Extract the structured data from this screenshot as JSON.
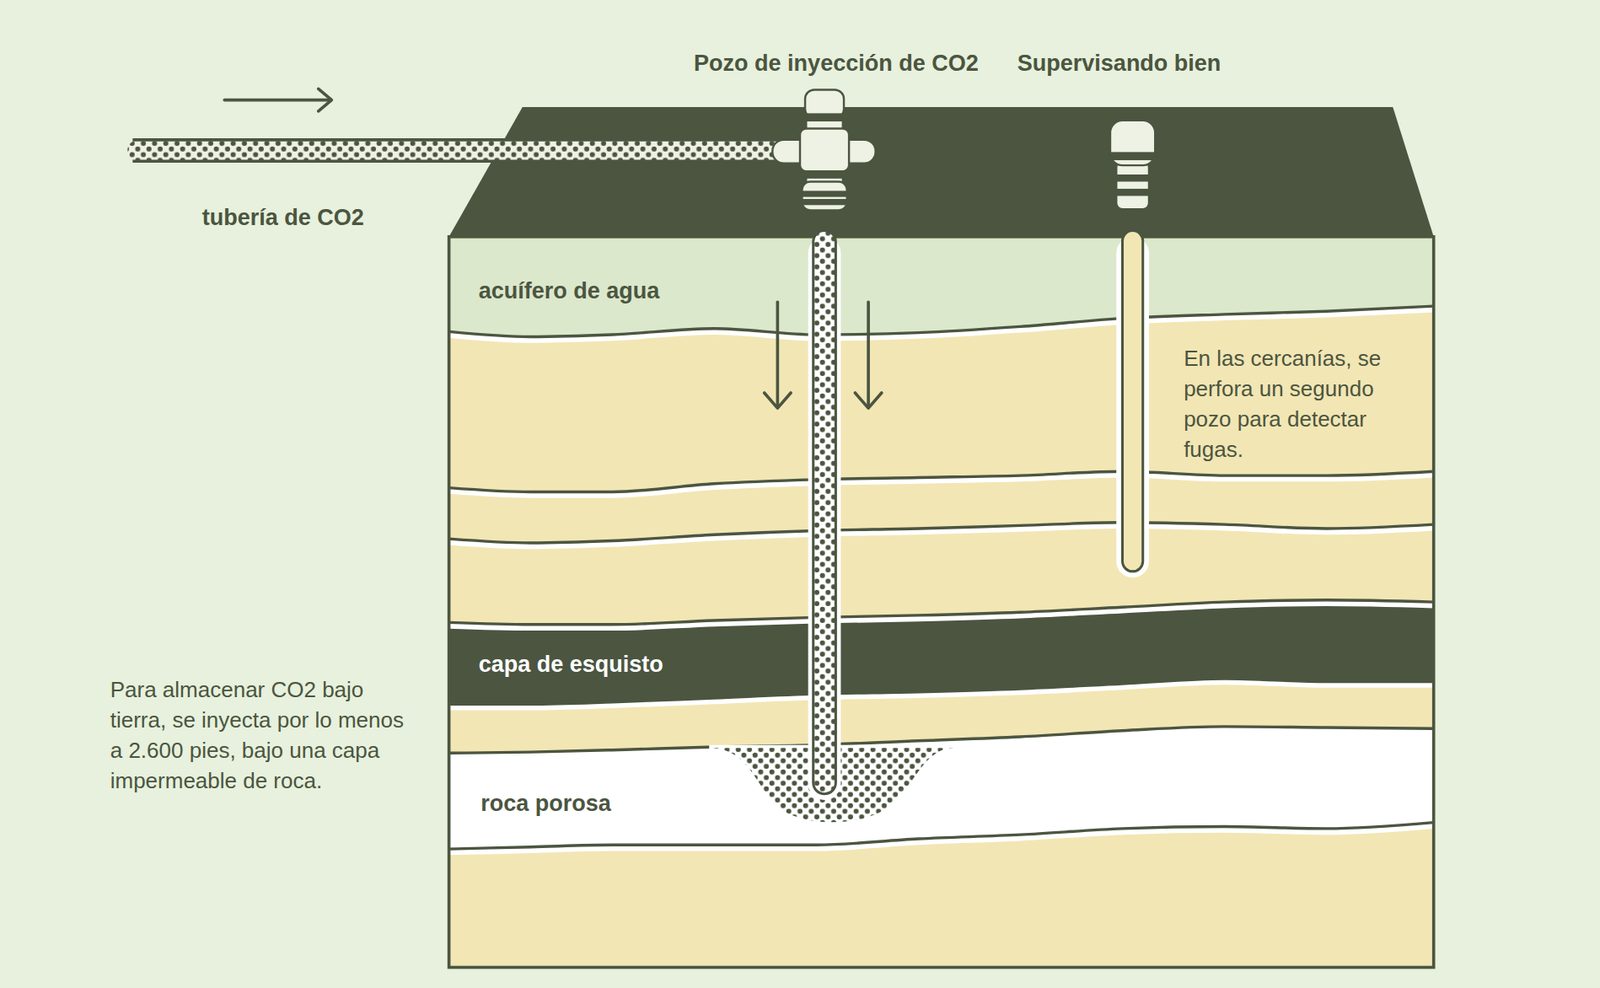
{
  "diagram": {
    "nodes": [
      {
        "text": [
          "acuífero de agua"
        ]
      },
      {
        "text": [
          "capa de esquisto"
        ]
      },
      {
        "text": [
          "roca porosa"
        ]
      }
    ],
    "labels": [
      "Pozo de inyección de CO2",
      "Supervisando bien",
      "tubería de CO2",
      "En las cercanías, se perfora un segundo pozo para detectar fugas.",
      "Para almacenar CO2 bajo tierra, se inyecta por lo menos a 2.600 pies, bajo una capa impermeable de roca."
    ]
  }
}
